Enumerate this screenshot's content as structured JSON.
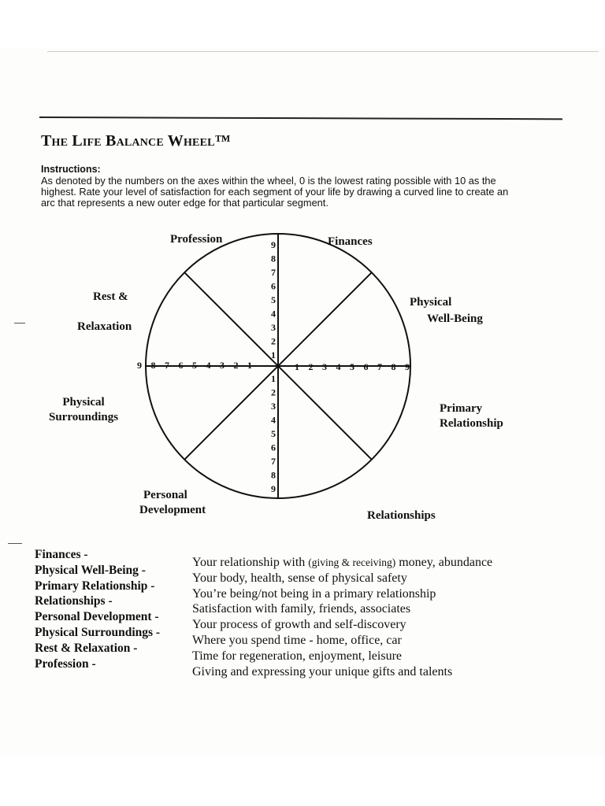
{
  "title": "The Life Balance Wheel™",
  "instructions": {
    "heading": "Instructions:",
    "lines": [
      "As denoted by the numbers on the axes within the wheel, 0 is the lowest rating possible with 10 as the",
      "highest. Rate your level of satisfaction for each segment of your life by drawing a curved line to create an",
      "arc that represents a new outer edge for that particular segment."
    ]
  },
  "wheel": {
    "axis_numbers": [
      "1",
      "2",
      "3",
      "4",
      "5",
      "6",
      "7",
      "8",
      "9"
    ],
    "segments": {
      "profession": "Profession",
      "finances": "Finances",
      "physical_wellbeing": [
        "Physical",
        "Well-Being"
      ],
      "primary_relationship": [
        "Primary",
        "Relationship"
      ],
      "relationships": "Relationships",
      "personal_development": [
        "Personal",
        "Development"
      ],
      "physical_surroundings": [
        "Physical",
        "Surroundings"
      ],
      "rest_relaxation": [
        "Rest &",
        "Relaxation"
      ]
    }
  },
  "legend": [
    {
      "category": "Finances -",
      "description_pre": "Your relationship with ",
      "description_small": "(giving & receiving)",
      "description_post": " money, abundance"
    },
    {
      "category": "Physical Well-Being -",
      "description_pre": "Your body, health, sense of physical safety",
      "description_small": "",
      "description_post": ""
    },
    {
      "category": "Primary Relationship -",
      "description_pre": "You’re being/not being in a primary relationship",
      "description_small": "",
      "description_post": ""
    },
    {
      "category": "Relationships -",
      "description_pre": "Satisfaction with family, friends, associates",
      "description_small": "",
      "description_post": ""
    },
    {
      "category": "Personal Development -",
      "description_pre": "Your process of growth and self-discovery",
      "description_small": "",
      "description_post": ""
    },
    {
      "category": "Physical Surroundings -",
      "description_pre": "Where you spend time - home, office, car",
      "description_small": "",
      "description_post": ""
    },
    {
      "category": "Rest & Relaxation -",
      "description_pre": "Time for regeneration, enjoyment, leisure",
      "description_small": "",
      "description_post": ""
    },
    {
      "category": "Profession -",
      "description_pre": "Giving and expressing your unique gifts and talents",
      "description_small": "",
      "description_post": ""
    }
  ]
}
